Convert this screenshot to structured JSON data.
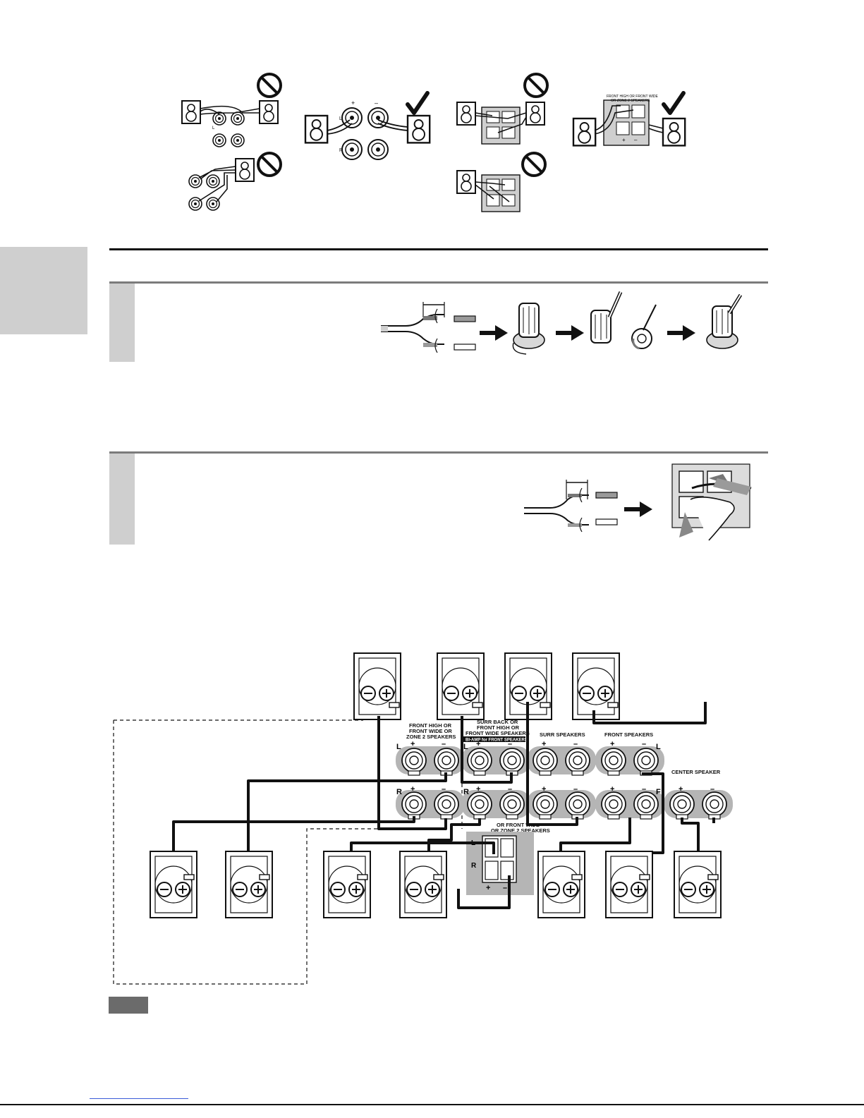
{
  "panel": {
    "front_high_header": [
      "FRONT HIGH OR",
      "FRONT WIDE OR",
      "ZONE 2 SPEAKERS"
    ],
    "surr_back_header": [
      "SURR BACK OR",
      "FRONT HIGH OR",
      "FRONT WIDE SPEAKERS"
    ],
    "biamp_label": "BI-AMP for FRONT SPEAKERS",
    "surr_label": "SURR SPEAKERS",
    "front_label": "FRONT SPEAKERS",
    "center_label": "CENTER SPEAKER",
    "zone2_header": [
      "OR FRONT WIDE",
      "OR ZONE 2 SPEAKERS"
    ],
    "thumb_header": [
      "FRONT HIGH OR FRONT WIDE",
      "OR ZONE 2 SPEAKERS"
    ],
    "sym_plus": "+",
    "sym_minus": "–",
    "ch_L": "L",
    "ch_R": "R",
    "ch_F": "F"
  },
  "colors": {
    "text": "#111111",
    "tab_gray": "#cfcfcf",
    "panel_gray": "#b5b5b5",
    "rule_gray": "#7b7b7b"
  },
  "icons": [
    "prohibited-icon",
    "checkmark-icon",
    "speaker-icon",
    "arrow-right-icon",
    "binding-post-icon"
  ]
}
